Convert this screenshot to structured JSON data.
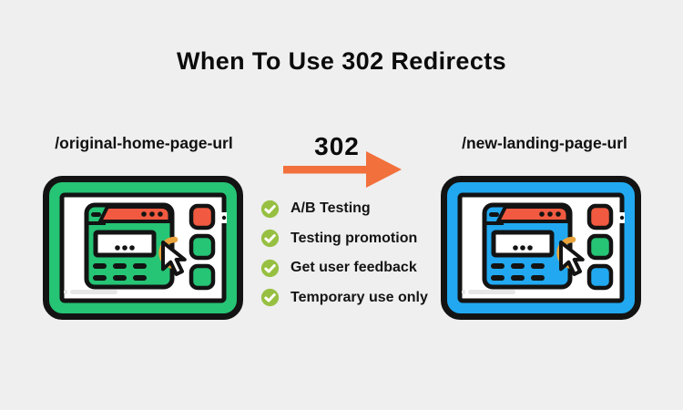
{
  "title": "When To Use 302 Redirects",
  "left_panel": {
    "url_label": "/original-home-page-url",
    "accent_color": "#26C475",
    "button3_color": "#26C475"
  },
  "right_panel": {
    "url_label": "/new-landing-page-url",
    "accent_color": "#21A8F0",
    "button3_color": "#21A8F0"
  },
  "redirect": {
    "code": "302",
    "arrow_color": "#F2703C"
  },
  "checklist": {
    "check_color": "#97C042",
    "items": [
      "A/B Testing",
      "Testing promotion",
      "Get user feedback",
      "Temporary use only"
    ]
  },
  "icons": {
    "check_icon": "✓",
    "cursor_icon": "↖",
    "arrow_icon": "→"
  },
  "colors": {
    "background": "#EFEFEF",
    "outline": "#131313",
    "topbar_red": "#F15A40",
    "button_green": "#26C475",
    "cursor_highlight": "#E8A33C",
    "text": "#0B0B0B"
  }
}
